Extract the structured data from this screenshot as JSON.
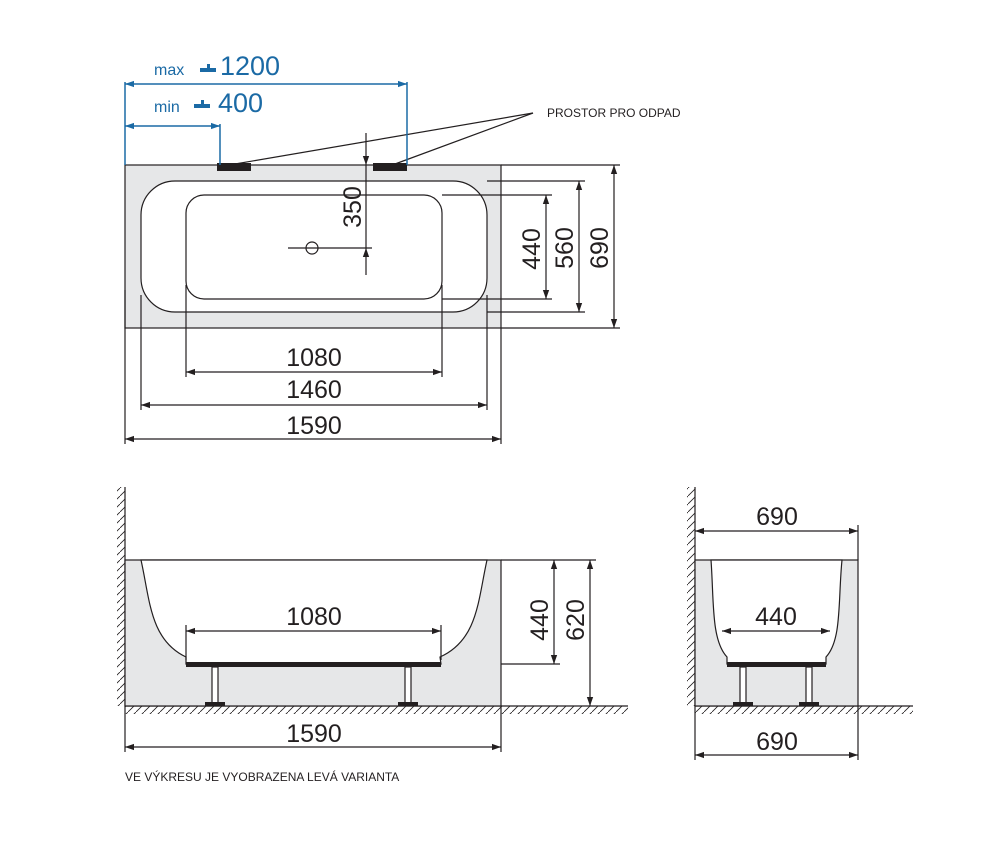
{
  "drain_range": {
    "max_label": "max",
    "max_value": "1200",
    "min_label": "min",
    "min_value": "400",
    "tap_icon": "tap-icon"
  },
  "drain_note": "PROSTOR PRO ODPAD",
  "top_view": {
    "dim_drain_offset": "350",
    "dim_inner_width": "440",
    "dim_middle_width": "560",
    "dim_outer_width": "690",
    "dim_inner_length": "1080",
    "dim_middle_length": "1460",
    "dim_outer_length": "1590"
  },
  "side_view": {
    "dim_bottom_length": "1080",
    "dim_inner_depth": "440",
    "dim_total_height": "620",
    "dim_total_length": "1590"
  },
  "end_view": {
    "dim_top_width": "690",
    "dim_bottom_width": "440",
    "dim_base_width": "690"
  },
  "footnote": "VE VÝKRESU JE VYOBRAZENA LEVÁ VARIANTA",
  "colors": {
    "line": "#231f20",
    "blue": "#1b6aa5",
    "panel_fill": "#e6e7e8"
  }
}
